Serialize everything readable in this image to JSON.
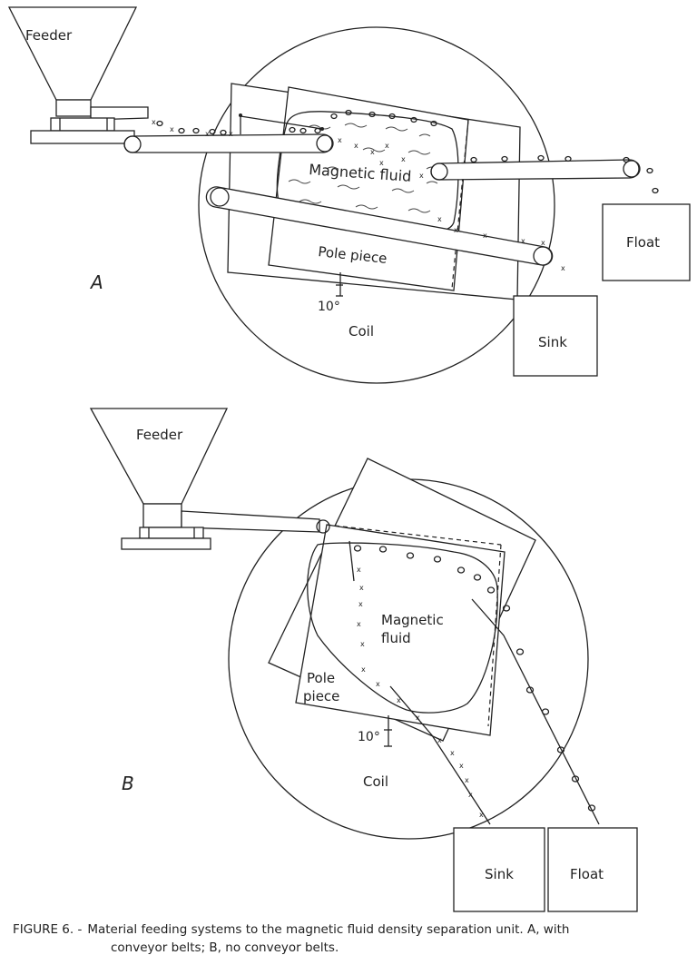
{
  "panel_a": {
    "id": "A",
    "feeder": "Feeder",
    "fluid": "Magnetic fluid",
    "pole_piece": "Pole piece",
    "angle": "10°",
    "coil": "Coil",
    "float": "Float",
    "sink": "Sink"
  },
  "panel_b": {
    "id": "B",
    "feeder": "Feeder",
    "fluid_line1": "Magnetic",
    "fluid_line2": "fluid",
    "pole_line1": "Pole",
    "pole_line2": "piece",
    "angle": "10°",
    "coil": "Coil",
    "sink": "Sink",
    "float": "Float"
  },
  "caption": {
    "label": "FIGURE 6. -",
    "line1": "Material feeding systems to the magnetic fluid density separation unit.  A, with",
    "line2": "conveyor belts; B, no conveyor belts."
  }
}
